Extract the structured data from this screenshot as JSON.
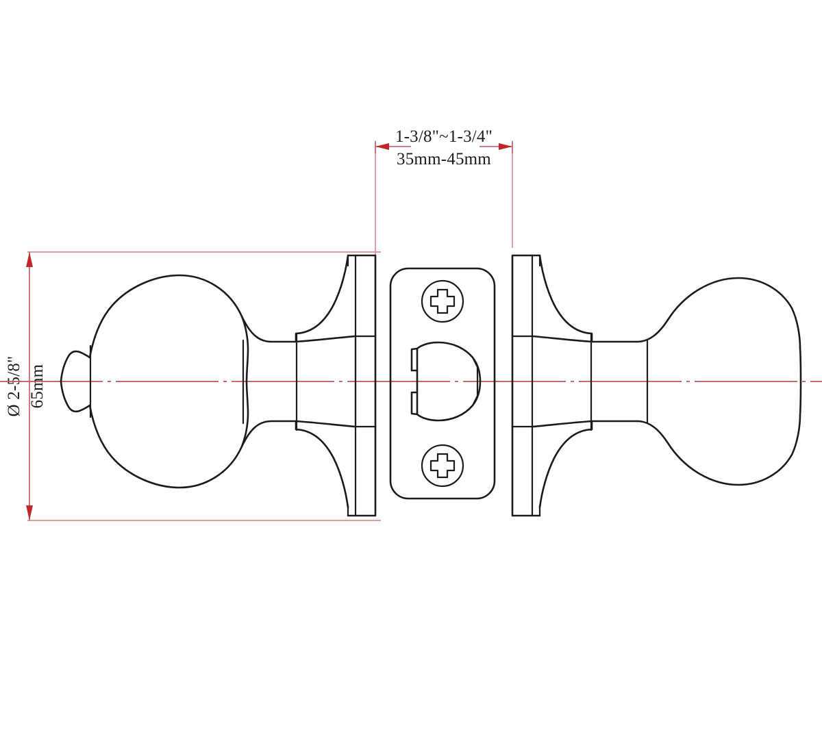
{
  "drawing": {
    "title": "Door Knob Lockset Cross-Section Dimension Drawing",
    "subject": "door-knob-lockset",
    "view": "front-elevation-section",
    "background_color": "#ffffff",
    "line_color": "#1b1b1b",
    "dimension_color": "#c0272d",
    "dimension_line_color": "#d98f93",
    "centerline_color": "#c0505a"
  },
  "dimensions": {
    "door_thickness": {
      "name": "door-thickness",
      "imperial": "1-3/8\"~1-3/4\"",
      "metric": "35mm-45mm",
      "orientation": "horizontal",
      "position": "top-center"
    },
    "knob_diameter": {
      "name": "knob-diameter",
      "imperial": "Ø 2-5/8\"",
      "metric": "65mm",
      "orientation": "vertical",
      "position": "left"
    }
  },
  "components": {
    "left_knob": {
      "label": "left-knob",
      "shape": "ball-knob-with-tip"
    },
    "left_shank": {
      "label": "left-shank",
      "shape": "cylinder"
    },
    "left_rosette": {
      "label": "left-rosette",
      "shape": "flared-rose"
    },
    "left_rose_plate": {
      "label": "left-rose-plate",
      "shape": "flat-plate"
    },
    "latch_faceplate": {
      "label": "latch-faceplate",
      "shape": "rounded-rectangle"
    },
    "latch_bolt": {
      "label": "latch-bolt",
      "shape": "d-shaped-bolt"
    },
    "screw_top": {
      "label": "phillips-screw-top",
      "shape": "circle-with-cross"
    },
    "screw_bottom": {
      "label": "phillips-screw-bottom",
      "shape": "circle-with-cross"
    },
    "right_rose_plate": {
      "label": "right-rose-plate",
      "shape": "flat-plate"
    },
    "right_rosette": {
      "label": "right-rosette",
      "shape": "flared-rose"
    },
    "right_shank": {
      "label": "right-shank",
      "shape": "cylinder"
    },
    "right_knob": {
      "label": "right-knob",
      "shape": "ball-knob"
    },
    "centerline": {
      "label": "horizontal-centerline",
      "style": "dash-dot"
    }
  }
}
